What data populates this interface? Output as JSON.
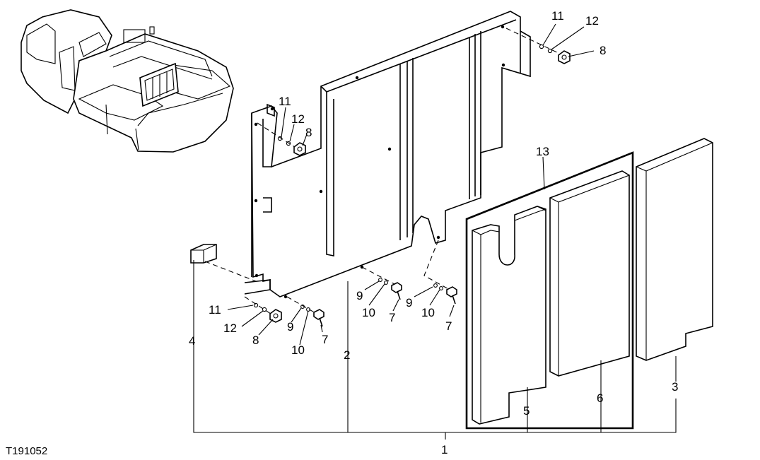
{
  "figure_id": "T191052",
  "callouts": {
    "c1": "1",
    "c2": "2",
    "c3": "3",
    "c4": "4",
    "c5": "5",
    "c6": "6",
    "c7": "7",
    "c8": "8",
    "c9": "9",
    "c10": "10",
    "c11": "11",
    "c12": "12",
    "c13": "13"
  }
}
